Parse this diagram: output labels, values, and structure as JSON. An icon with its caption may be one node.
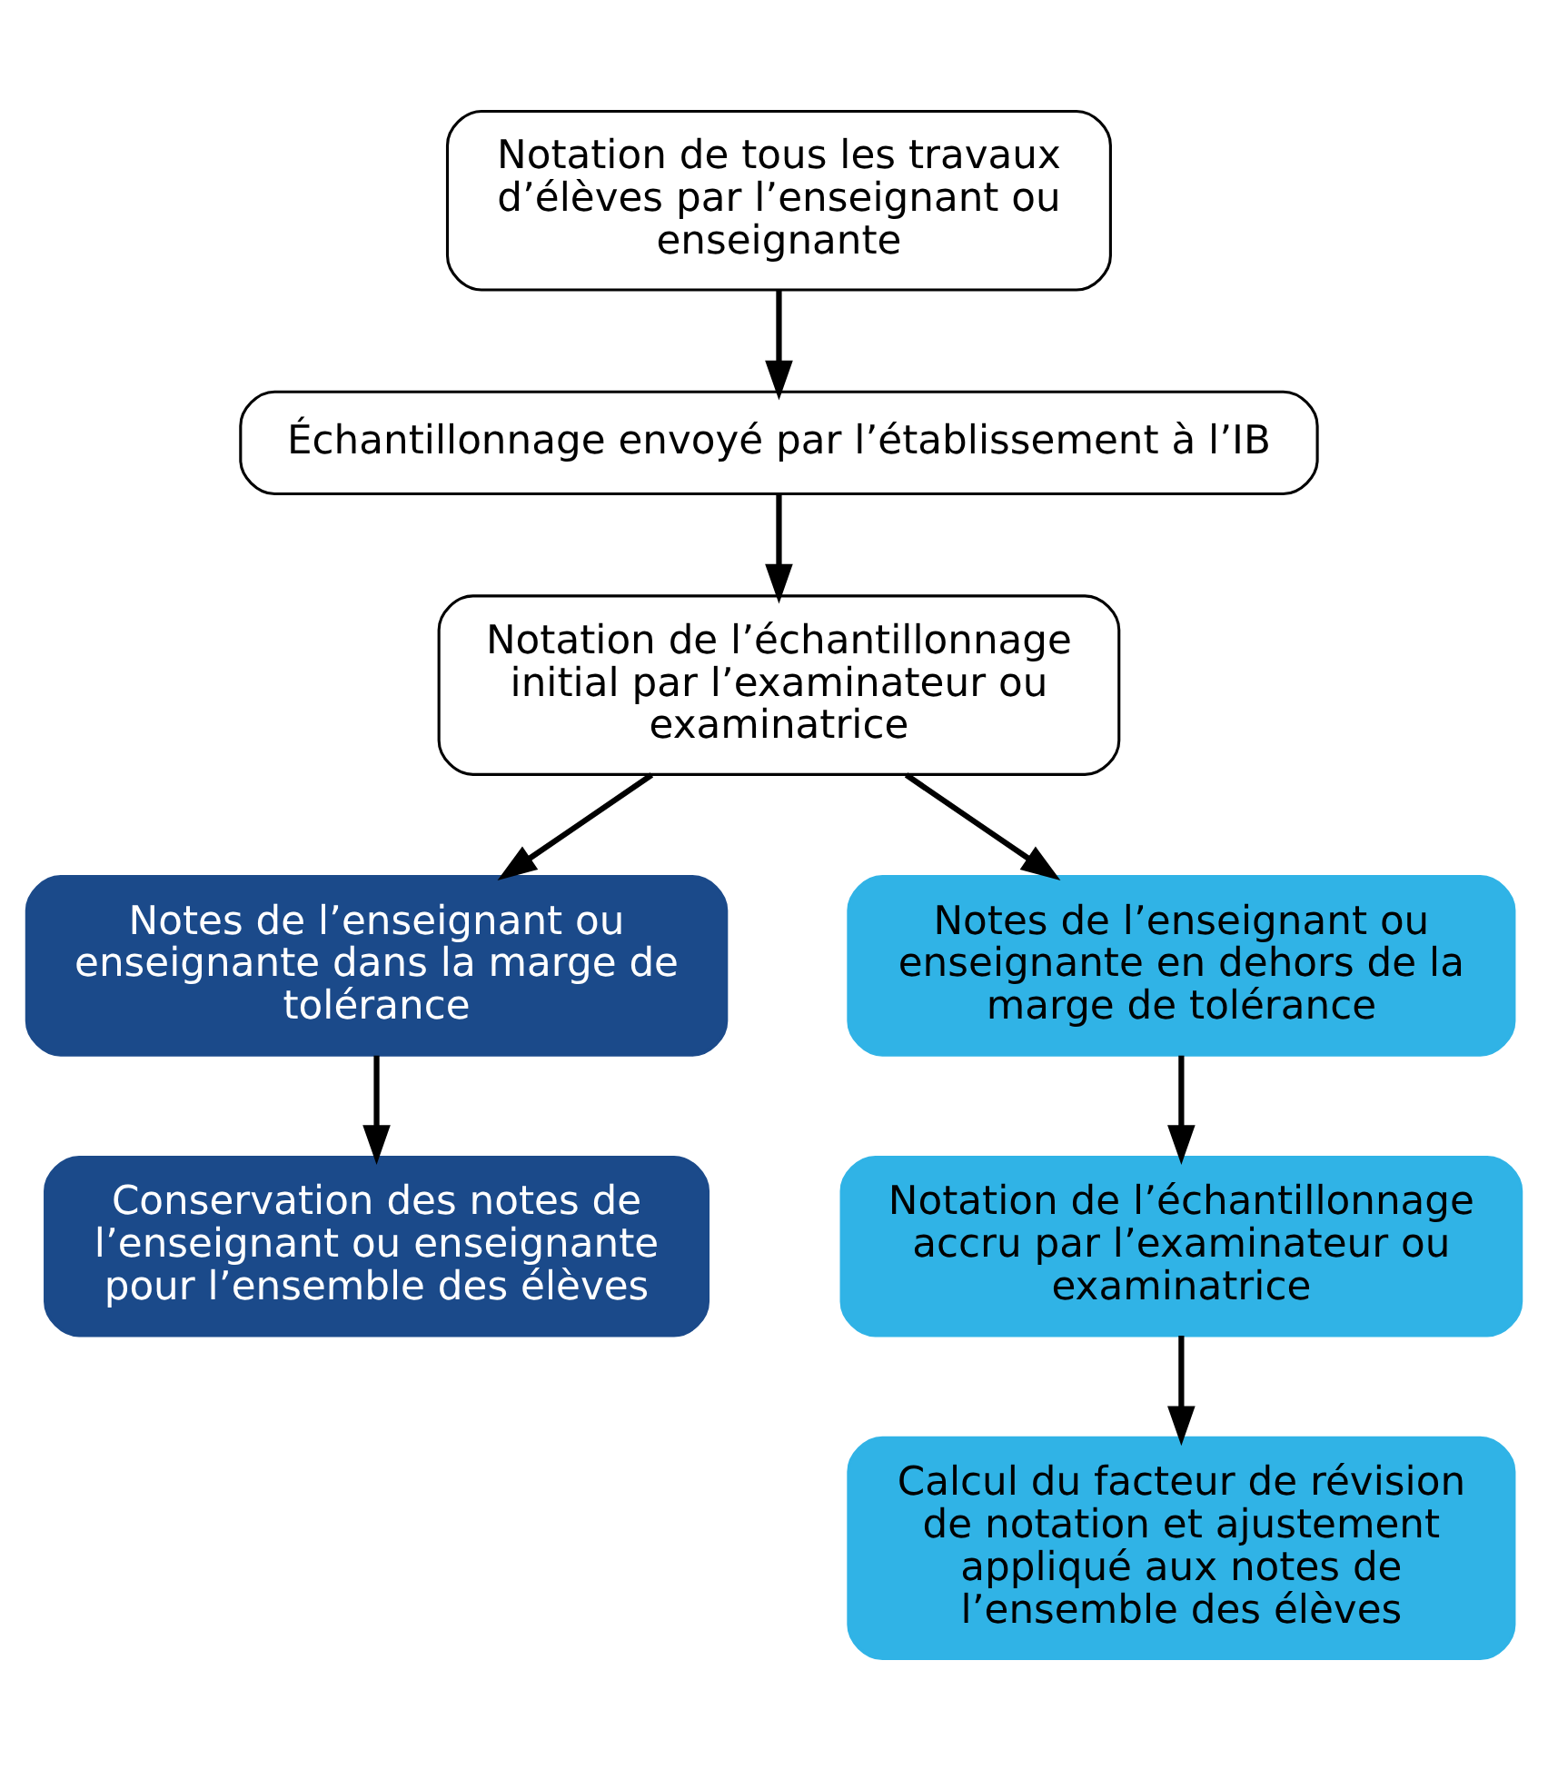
{
  "diagram": {
    "nodes": [
      {
        "text": [
          "Notation de tous les travaux d’élèves par l’enseignant ou enseignante"
        ]
      },
      {
        "text": [
          "Échantillonnage envoyé par l’établissement à l’IB"
        ]
      },
      {
        "text": [
          "Notation de l’échantillonnage initial par l’examinateur ou examinatrice"
        ]
      },
      {
        "text": [
          "Notes de l’enseignant ou enseignante dans la marge de tolérance"
        ]
      },
      {
        "text": [
          "Notes de l’enseignant ou enseignante en dehors de la marge de tolérance"
        ]
      },
      {
        "text": [
          "Conservation des notes de l’enseignant ou enseignante pour l’ensemble des élèves"
        ]
      },
      {
        "text": [
          "Notation de l’échantillonnage accru par l’examinateur ou examinatrice"
        ]
      },
      {
        "text": [
          "Calcul du facteur de révision de notation et ajustement appliqué aux notes de l’ensemble des élèves"
        ]
      }
    ],
    "edges": [
      {
        "from": 0,
        "to": 1,
        "arrow": "to"
      },
      {
        "from": 1,
        "to": 2,
        "arrow": "to"
      },
      {
        "from": 2,
        "to": 3,
        "arrow": "to"
      },
      {
        "from": 2,
        "to": 4,
        "arrow": "to"
      },
      {
        "from": 3,
        "to": 5,
        "arrow": "to"
      },
      {
        "from": 4,
        "to": 6,
        "arrow": "to"
      },
      {
        "from": 6,
        "to": 7,
        "arrow": "to"
      }
    ]
  }
}
